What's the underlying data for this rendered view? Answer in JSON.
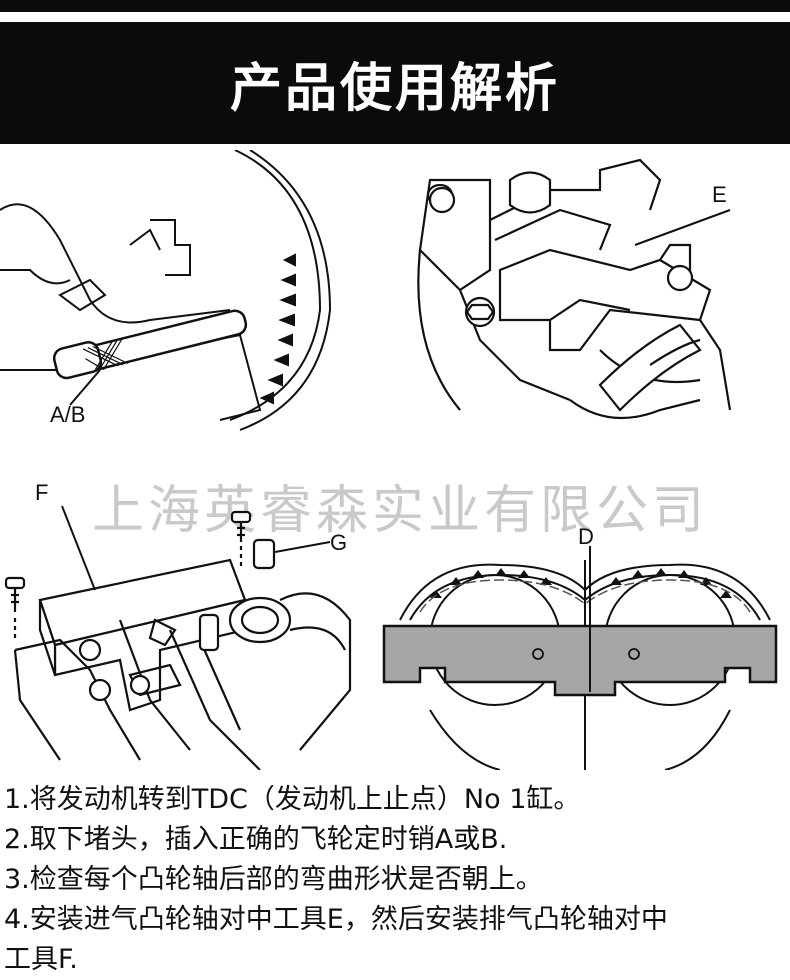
{
  "top_strip": {
    "text": ""
  },
  "header": {
    "title": "产品使用解析"
  },
  "watermark": "上海英睿森实业有限公司",
  "diagrams": {
    "ab": {
      "label": "A/B"
    },
    "e": {
      "label": "E"
    },
    "fg": {
      "label_f": "F",
      "label_g": "G"
    },
    "d": {
      "label": "D"
    }
  },
  "steps": [
    "1.将发动机转到TDC（发动机上止点）No 1缸。",
    "2.取下堵头，插入正确的飞轮定时销A或B.",
    "3.检查每个凸轮轴后部的弯曲形状是否朝上。",
    "4.安装进气凸轮轴对中工具E，然后安装排气凸轮轴对中",
    "工具F."
  ],
  "colors": {
    "band": "#0b0b0b",
    "title": "#ffffff",
    "tool_gray": "#a6a6a6",
    "watermark": "#c9c9c9"
  }
}
